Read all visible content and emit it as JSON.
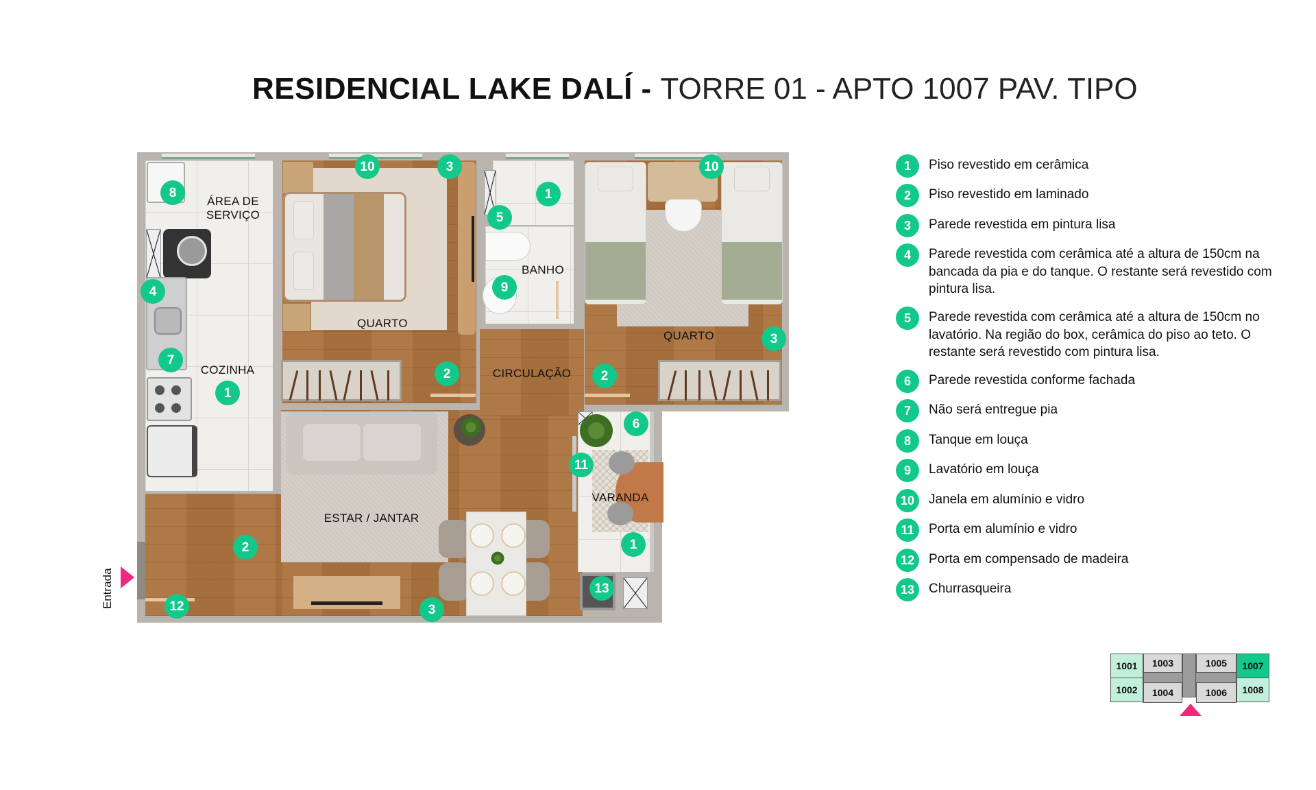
{
  "header": {
    "title_bold": "RESIDENCIAL LAKE DALÍ - ",
    "title_light": "TORRE 01 - APTO 1007 PAV. TIPO"
  },
  "floor_plan": {
    "rooms": {
      "area_servico": "ÁREA DE\nSERVIÇO",
      "area_servico_line1": "ÁREA DE",
      "area_servico_line2": "SERVIÇO",
      "cozinha": "COZINHA",
      "quarto_1": "QUARTO",
      "banho": "BANHO",
      "circulacao": "CIRCULAÇÃO",
      "quarto_2": "QUARTO",
      "estar_jantar": "ESTAR / JANTAR",
      "varanda": "VARANDA"
    },
    "entrance_label": "Entrada",
    "markers": [
      {
        "n": "8",
        "where": "area-servico-tanque"
      },
      {
        "n": "10",
        "where": "quarto-1-janela"
      },
      {
        "n": "3",
        "where": "quarto-1-parede"
      },
      {
        "n": "1",
        "where": "banho-piso"
      },
      {
        "n": "10",
        "where": "quarto-2-janela"
      },
      {
        "n": "5",
        "where": "banho-parede"
      },
      {
        "n": "9",
        "where": "banho-lavatorio"
      },
      {
        "n": "4",
        "where": "cozinha-parede"
      },
      {
        "n": "7",
        "where": "cozinha-pia"
      },
      {
        "n": "1",
        "where": "cozinha-piso"
      },
      {
        "n": "2",
        "where": "quarto-1-piso"
      },
      {
        "n": "2",
        "where": "quarto-2-piso"
      },
      {
        "n": "3",
        "where": "quarto-2-parede"
      },
      {
        "n": "6",
        "where": "varanda-fachada"
      },
      {
        "n": "11",
        "where": "varanda-porta"
      },
      {
        "n": "2",
        "where": "estar-piso"
      },
      {
        "n": "1",
        "where": "varanda-piso"
      },
      {
        "n": "13",
        "where": "churrasqueira"
      },
      {
        "n": "12",
        "where": "porta-entrada"
      },
      {
        "n": "3",
        "where": "estar-parede"
      }
    ]
  },
  "legend": {
    "badge_color": "#13c88b",
    "items": [
      {
        "n": "1",
        "text": "Piso revestido em cerâmica"
      },
      {
        "n": "2",
        "text": "Piso revestido em laminado"
      },
      {
        "n": "3",
        "text": "Parede revestida em pintura lisa"
      },
      {
        "n": "4",
        "text": "Parede revestida com cerâmica até a altura de 150cm na bancada da pia e do tanque. O restante será revestido com pintura lisa."
      },
      {
        "n": "5",
        "text": "Parede revestida com cerâmica até a altura de 150cm no lavatório. Na região do box, cerâmica do piso ao teto. O restante será revestido com pintura lisa."
      },
      {
        "n": "6",
        "text": "Parede revestida conforme fachada"
      },
      {
        "n": "7",
        "text": "Não será entregue pia"
      },
      {
        "n": "8",
        "text": "Tanque em louça"
      },
      {
        "n": "9",
        "text": "Lavatório em louça"
      },
      {
        "n": "10",
        "text": "Janela em alumínio e vidro"
      },
      {
        "n": "11",
        "text": "Porta em alumínio e vidro"
      },
      {
        "n": "12",
        "text": "Porta em compensado de madeira"
      },
      {
        "n": "13",
        "text": "Churrasqueira"
      }
    ]
  },
  "key_plan": {
    "highlight_color": "#13c88b",
    "units": [
      {
        "label": "1001",
        "state": "light"
      },
      {
        "label": "1002",
        "state": "light"
      },
      {
        "label": "1003",
        "state": "gray"
      },
      {
        "label": "1004",
        "state": "gray"
      },
      {
        "label": "1005",
        "state": "gray"
      },
      {
        "label": "1006",
        "state": "gray"
      },
      {
        "label": "1007",
        "state": "selected"
      },
      {
        "label": "1008",
        "state": "light"
      }
    ],
    "arrow_color": "#ef2a7c"
  }
}
